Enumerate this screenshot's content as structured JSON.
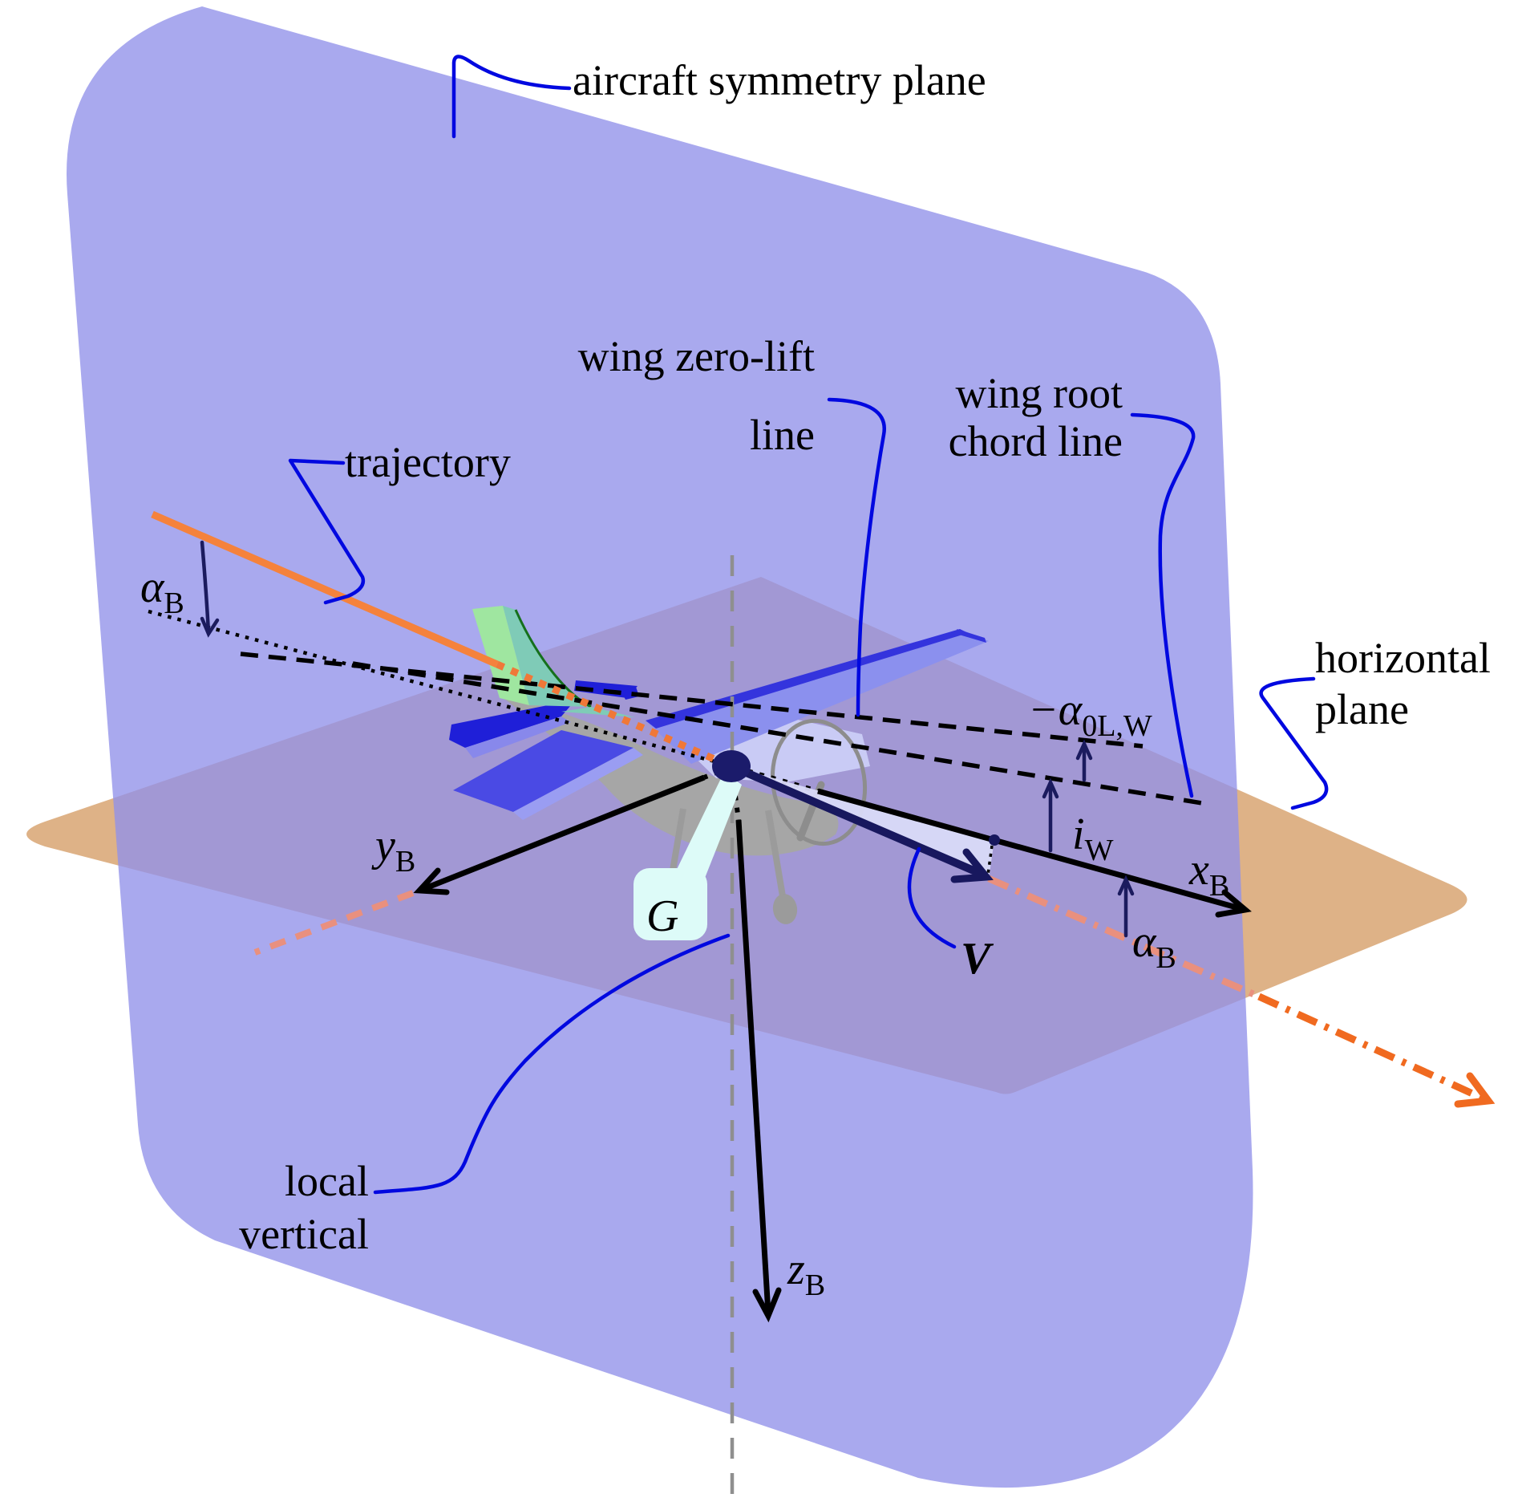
{
  "figure": {
    "type": "flight-mechanics-diagram",
    "description": "Aircraft angle-of-attack geometry: body axes, trajectory, wing chord and zero-lift lines"
  },
  "labels": {
    "symmetry_plane": "aircraft symmetry plane",
    "zero_lift_line_1": "wing zero-lift",
    "zero_lift_line_2": "line",
    "root_chord_line_1": "wing root",
    "root_chord_line_2": "chord line",
    "trajectory": "trajectory",
    "horizontal_plane_1": "horizontal",
    "horizontal_plane_2": "plane",
    "local_vertical_1": "local",
    "local_vertical_2": "vertical"
  },
  "symbols": {
    "alpha_left": {
      "main": "α",
      "sub": "B"
    },
    "alpha_right": {
      "main": "α",
      "sub": "B"
    },
    "alpha_zero_lift": {
      "main": "−α",
      "sub": "0L,W"
    },
    "wing_incidence": {
      "main": "i",
      "sub": "W"
    },
    "x_axis": {
      "main": "x",
      "sub": "B"
    },
    "y_axis": {
      "main": "y",
      "sub": "B"
    },
    "z_axis": {
      "main": "z",
      "sub": "B"
    },
    "center_of_gravity": "G",
    "velocity": "V"
  },
  "colors": {
    "symmetry_plane_fill": "#b2b2f0",
    "horizontal_plane_fill": "#deb287",
    "planes_overlap": "#b3a7c8",
    "trajectory_orange": "#f5823c",
    "trajectory_faded_salmon": "#e9907e",
    "axes_black": "#000000",
    "vector_navy": "#18185e",
    "leader_blue": "#0008e0",
    "fin_green": "#9fe6a0",
    "fin_teal": "#7fcbb7",
    "wing_blue": "#4a4ae4",
    "fuselage_gray": "#a6a6a6",
    "local_vertical_gray": "#8f8f8f",
    "cg_callout_fill": "#ddfbf8"
  }
}
